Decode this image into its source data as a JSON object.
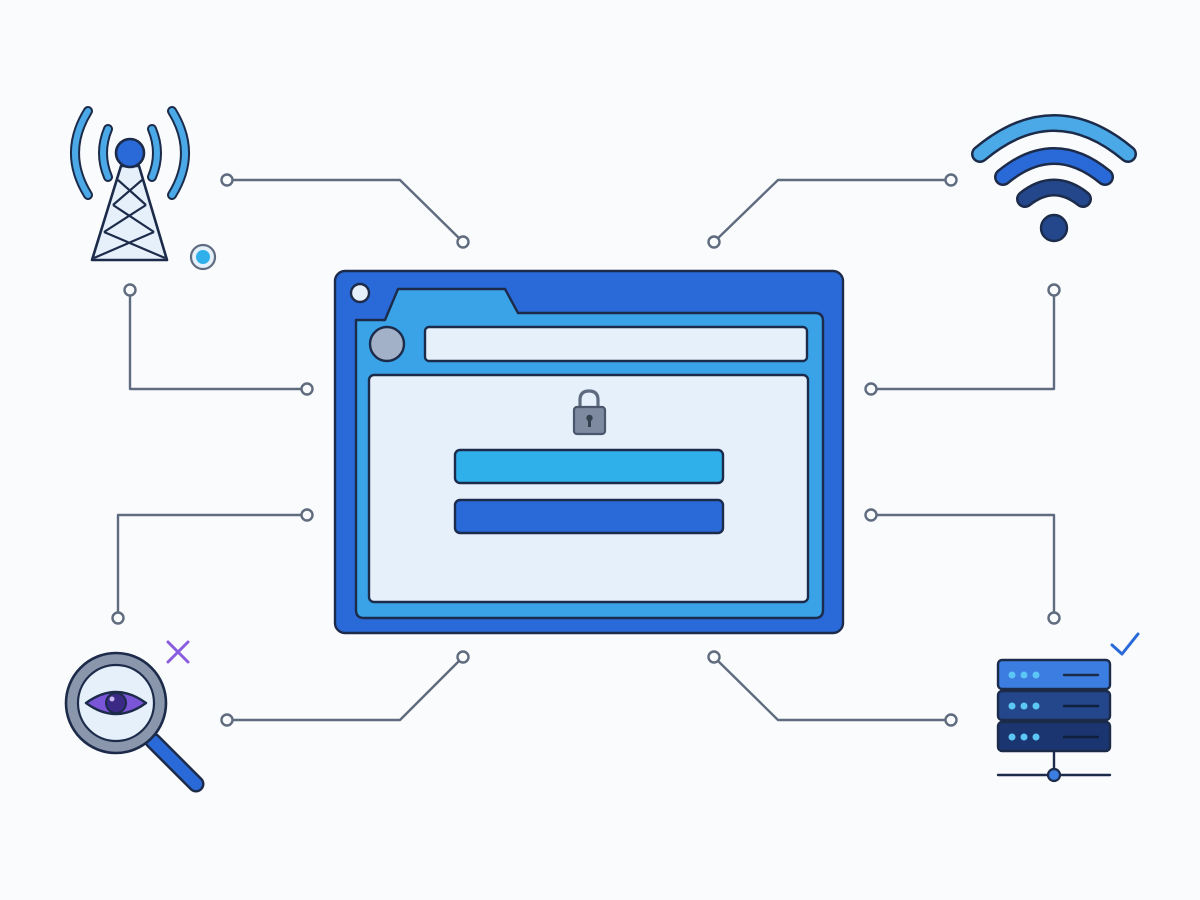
{
  "diagram": {
    "center": {
      "name": "browser-window",
      "icons": [
        "window-dot-icon",
        "folder-tab-icon",
        "avatar-circle-icon",
        "lock-icon"
      ],
      "fields": [
        "address-bar",
        "login-field-primary",
        "login-field-secondary"
      ]
    },
    "satellites": [
      {
        "name": "cell-tower",
        "icon": "cell-tower-icon",
        "status": "connected",
        "status_icon": "status-dot-icon"
      },
      {
        "name": "wifi",
        "icon": "wifi-icon",
        "status": "connected",
        "status_icon": null
      },
      {
        "name": "surveillance",
        "icon": "magnifier-eye-icon",
        "status": "blocked",
        "status_icon": "x-mark-icon"
      },
      {
        "name": "server",
        "icon": "server-stack-icon",
        "status": "verified",
        "status_icon": "check-mark-icon"
      }
    ]
  },
  "colors": {
    "background": "#fafbfd",
    "connector": "#5f6b7e",
    "window_frame": "#2a6ad8",
    "window_inner": "#3aa3e8",
    "panel": "#e6f0fb",
    "field_light": "#2fb0ea",
    "field_dark": "#2a6ad8",
    "outline": "#1c2b4a",
    "eye_purple": "#7b55d8",
    "x_purple": "#8a5ce0",
    "check_blue": "#2a6ad8",
    "server_top": "#3b7de0",
    "server_mid": "#23478a",
    "server_bottom": "#1a3570",
    "led": "#5cc6f5"
  }
}
